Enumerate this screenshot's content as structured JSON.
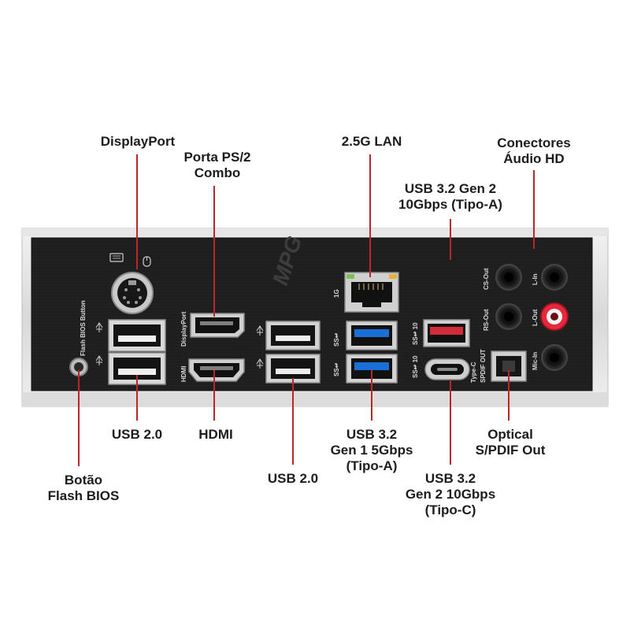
{
  "panel": {
    "brand_logo": "MPG",
    "silkscreen": {
      "flash_bios_button": "Flash BIOS Button",
      "displayport": "DisplayPort",
      "hdmi": "HDMI",
      "lan_speed": "1G",
      "ss_10_top": "SS↫ 10",
      "ss_10_bottom": "SS↫ 10",
      "ss_5_top": "SS↫",
      "ss_5_bottom": "SS↫",
      "type_c": "Type-C",
      "spdif_out": "SPDIF OUT",
      "cs_out": "CS-Out",
      "l_in": "L-In",
      "rs_out": "RS-Out",
      "l_out": "L-Out",
      "mic_in": "Mic-In"
    }
  },
  "labels": {
    "displayport": {
      "lines": [
        "DisplayPort"
      ]
    },
    "ps2": {
      "lines": [
        "Porta PS/2",
        "Combo"
      ]
    },
    "lan": {
      "lines": [
        "2.5G LAN"
      ]
    },
    "audio": {
      "lines": [
        "Conectores",
        "Áudio HD"
      ]
    },
    "usb32_gen2_a": {
      "lines": [
        "USB 3.2 Gen 2",
        "10Gbps (Tipo-A)"
      ]
    },
    "usb20_left": {
      "lines": [
        "USB 2.0"
      ]
    },
    "hdmi": {
      "lines": [
        "HDMI"
      ]
    },
    "usb32_gen1": {
      "lines": [
        "USB 3.2",
        "Gen 1 5Gbps",
        "(Tipo-A)"
      ]
    },
    "optical": {
      "lines": [
        "Optical",
        "S/PDIF Out"
      ]
    },
    "flash_bios": {
      "lines": [
        "Botão",
        "Flash BIOS"
      ]
    },
    "usb20_center": {
      "lines": [
        "USB 2.0"
      ]
    },
    "usb32_gen2_c": {
      "lines": [
        "USB 3.2",
        "Gen 2 10Gbps",
        "(Tipo-C)"
      ]
    }
  },
  "colors": {
    "leader_line": "#c0242b",
    "panel_black": "#1e1e1e",
    "usb3_blue": "#1a6fd6",
    "usb_red": "#d42b3a",
    "audio_pink": "#e8273a"
  }
}
